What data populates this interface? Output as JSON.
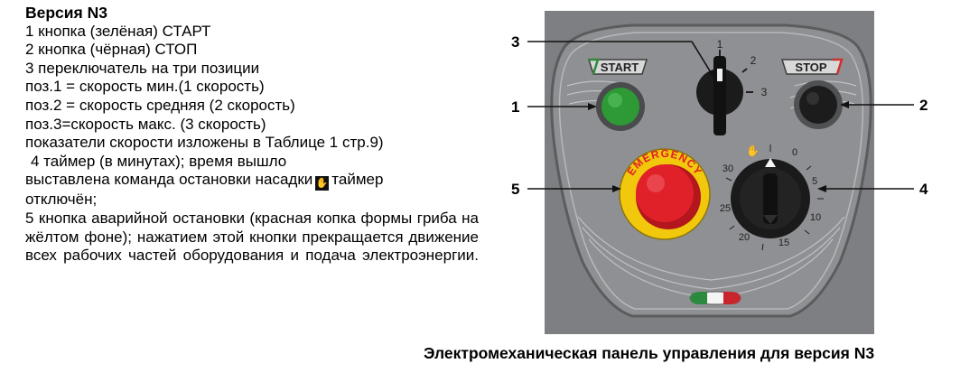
{
  "description": {
    "title": "Версия N3",
    "lines": [
      "1 кнопка (зелёная) СТАРТ",
      "2 кнопка (чёрная) СТОП",
      "3 переключатель на три позиции",
      "поз.1 = скорость мин.(1 скорость)",
      "поз.2 = скорость средняя (2 скорость)",
      "поз.3=скорость макс. (3 скорость)",
      "показатели скорости изложены в Таблице 1 стр.9)",
      "4 таймер (в минутах); время вышло"
    ],
    "line_stop_before": "выставлена команда остановки насадки",
    "line_stop_after": "таймер",
    "line_timer_off": "отключён;",
    "emergency_text": "5 кнопка аварийной остановки (красная копка формы гриба на жёлтом фоне); нажатием этой кнопки прекращается движение всех рабочих частей оборудования и подача электроэнергии.",
    "hand_icon": "hand-stop-icon"
  },
  "caption": "Электромеханическая панель управления для версия N3",
  "panel": {
    "start_label": "START",
    "stop_label": "STOP",
    "emergency_label": "EMERGENCY",
    "selector_positions": [
      "1",
      "2",
      "3"
    ],
    "timer_ticks": [
      "0",
      "5",
      "10",
      "15",
      "20",
      "25",
      "30"
    ],
    "callouts": [
      "1",
      "2",
      "3",
      "4",
      "5"
    ],
    "colors": {
      "panel": "#8a8b8d",
      "frame": "#5e5e60",
      "start_button": "#2e9a35",
      "stop_button": "#1c1c1c",
      "emergency_red": "#e0212a",
      "emergency_yellow": "#f2c80c",
      "start_badge_accent": "#2f8a3a",
      "stop_badge_accent": "#d0312d"
    }
  }
}
